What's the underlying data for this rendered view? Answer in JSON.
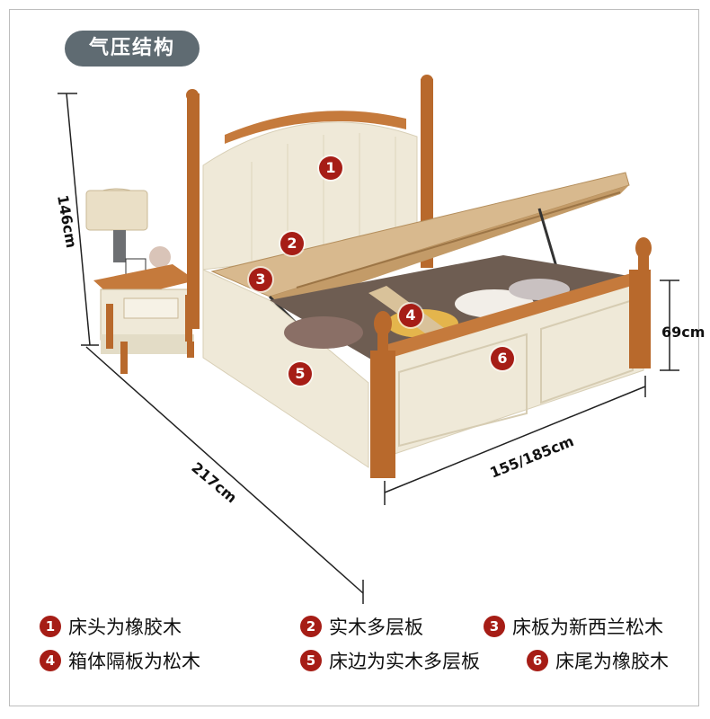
{
  "title": "气压结构",
  "dimensions": {
    "height": "146cm",
    "length": "217cm",
    "width": "155/185cm",
    "box_height": "69cm"
  },
  "markers": [
    "1",
    "2",
    "3",
    "4",
    "5",
    "6"
  ],
  "legend": [
    {
      "num": "1",
      "text": "床头为橡胶木"
    },
    {
      "num": "2",
      "text": "实木多层板"
    },
    {
      "num": "3",
      "text": "床板为新西兰松木"
    },
    {
      "num": "4",
      "text": "箱体隔板为松木"
    },
    {
      "num": "5",
      "text": "床边为实木多层板"
    },
    {
      "num": "6",
      "text": "床尾为橡胶木"
    }
  ],
  "colors": {
    "marker": "#a61d16",
    "wood": "#b8692c",
    "cream": "#efe9d8",
    "pill": "#5f6b72"
  }
}
